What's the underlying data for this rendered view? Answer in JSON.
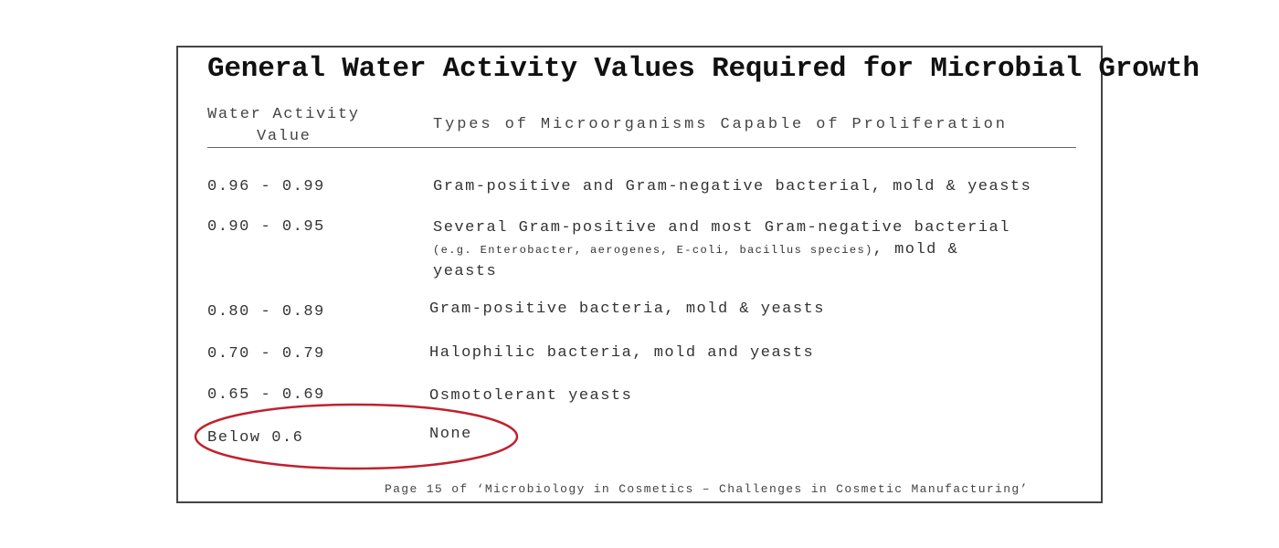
{
  "title": "General Water Activity Values Required for Microbial Growth",
  "headers": {
    "col1_line1": "Water Activity",
    "col1_line2": "Value",
    "col2": "Types of Microorganisms Capable of Proliferation"
  },
  "rows": [
    {
      "value": "0.96 - 0.99",
      "types": "Gram-positive and Gram-negative bacterial, mold & yeasts"
    },
    {
      "value": "0.90 - 0.95",
      "types": "Several Gram-positive and most Gram-negative bacterial",
      "types_note": "(e.g. Enterobacter, aerogenes, E-coli, bacillus species)",
      "types_cont": ", mold &",
      "types_line3": "yeasts"
    },
    {
      "value": "0.80 - 0.89",
      "types": "Gram-positive bacteria, mold & yeasts"
    },
    {
      "value": "0.70 - 0.79",
      "types": "Halophilic bacteria, mold and yeasts"
    },
    {
      "value": "0.65 - 0.69",
      "types": "Osmotolerant yeasts"
    },
    {
      "value": "Below 0.6",
      "types": "None"
    }
  ],
  "footer": "Page 15 of ‘Microbiology in Cosmetics – Challenges in Cosmetic Manufacturing’",
  "highlight_color": "#c0202e"
}
